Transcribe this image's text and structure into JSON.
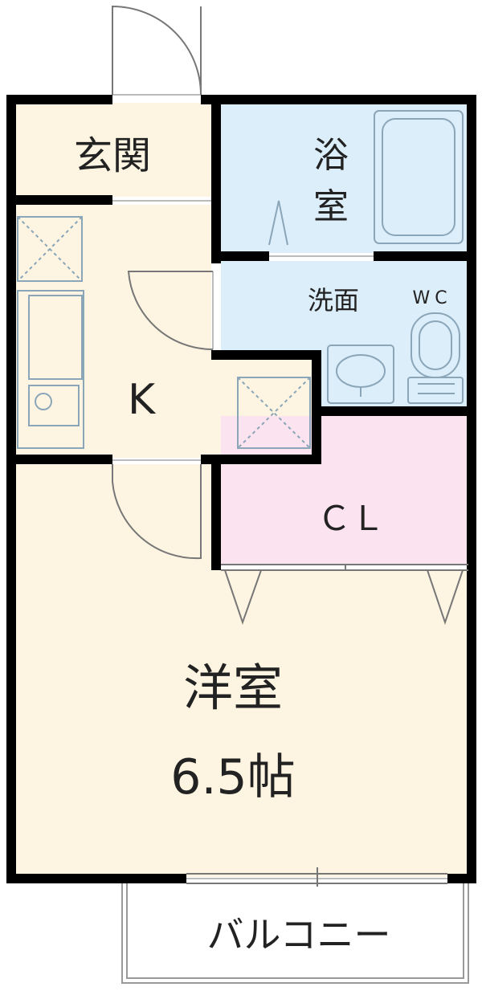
{
  "colors": {
    "floor": "#fdf4e1",
    "wet": "#ddeefb",
    "closet": "#fbe3ef",
    "wall": "#000000",
    "fixture": "#8aa6b8",
    "balcony": "#ffffff"
  },
  "rooms": {
    "entrance": "玄関",
    "bath_line1": "浴",
    "bath_line2": "室",
    "washroom": "洗面",
    "wc": "WC",
    "kitchen": "K",
    "closet": "ＣＬ",
    "western_room": "洋室",
    "western_size": "6.5帖",
    "balcony": "バルコニー"
  }
}
